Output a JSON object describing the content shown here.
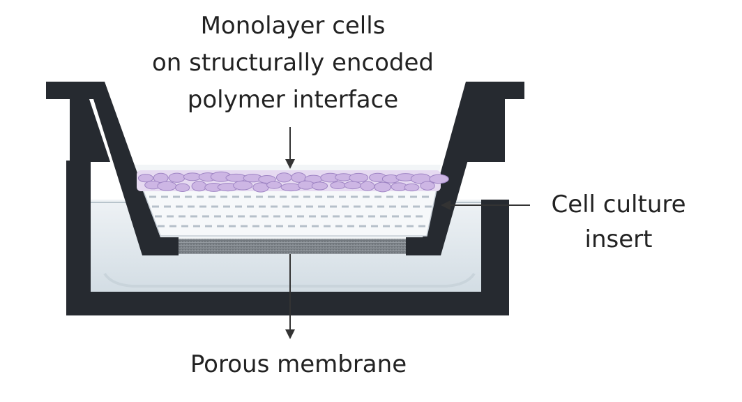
{
  "labels": {
    "monolayer": {
      "line1": "Monolayer cells",
      "line2": "on structurally encoded",
      "line3": "polymer interface"
    },
    "insert": {
      "line1": "Cell culture",
      "line2": "insert"
    },
    "membrane": {
      "text": "Porous membrane"
    }
  },
  "colors": {
    "wall": "#262a30",
    "cells_fill": "#cdb6e4",
    "cells_stroke": "#9f85c4",
    "medium": "#e2e9ee",
    "membrane": "#7c8288",
    "scaffold": "#f4f6f8",
    "scaffold_marks": "#b8c2cc",
    "arrow": "#333333"
  }
}
